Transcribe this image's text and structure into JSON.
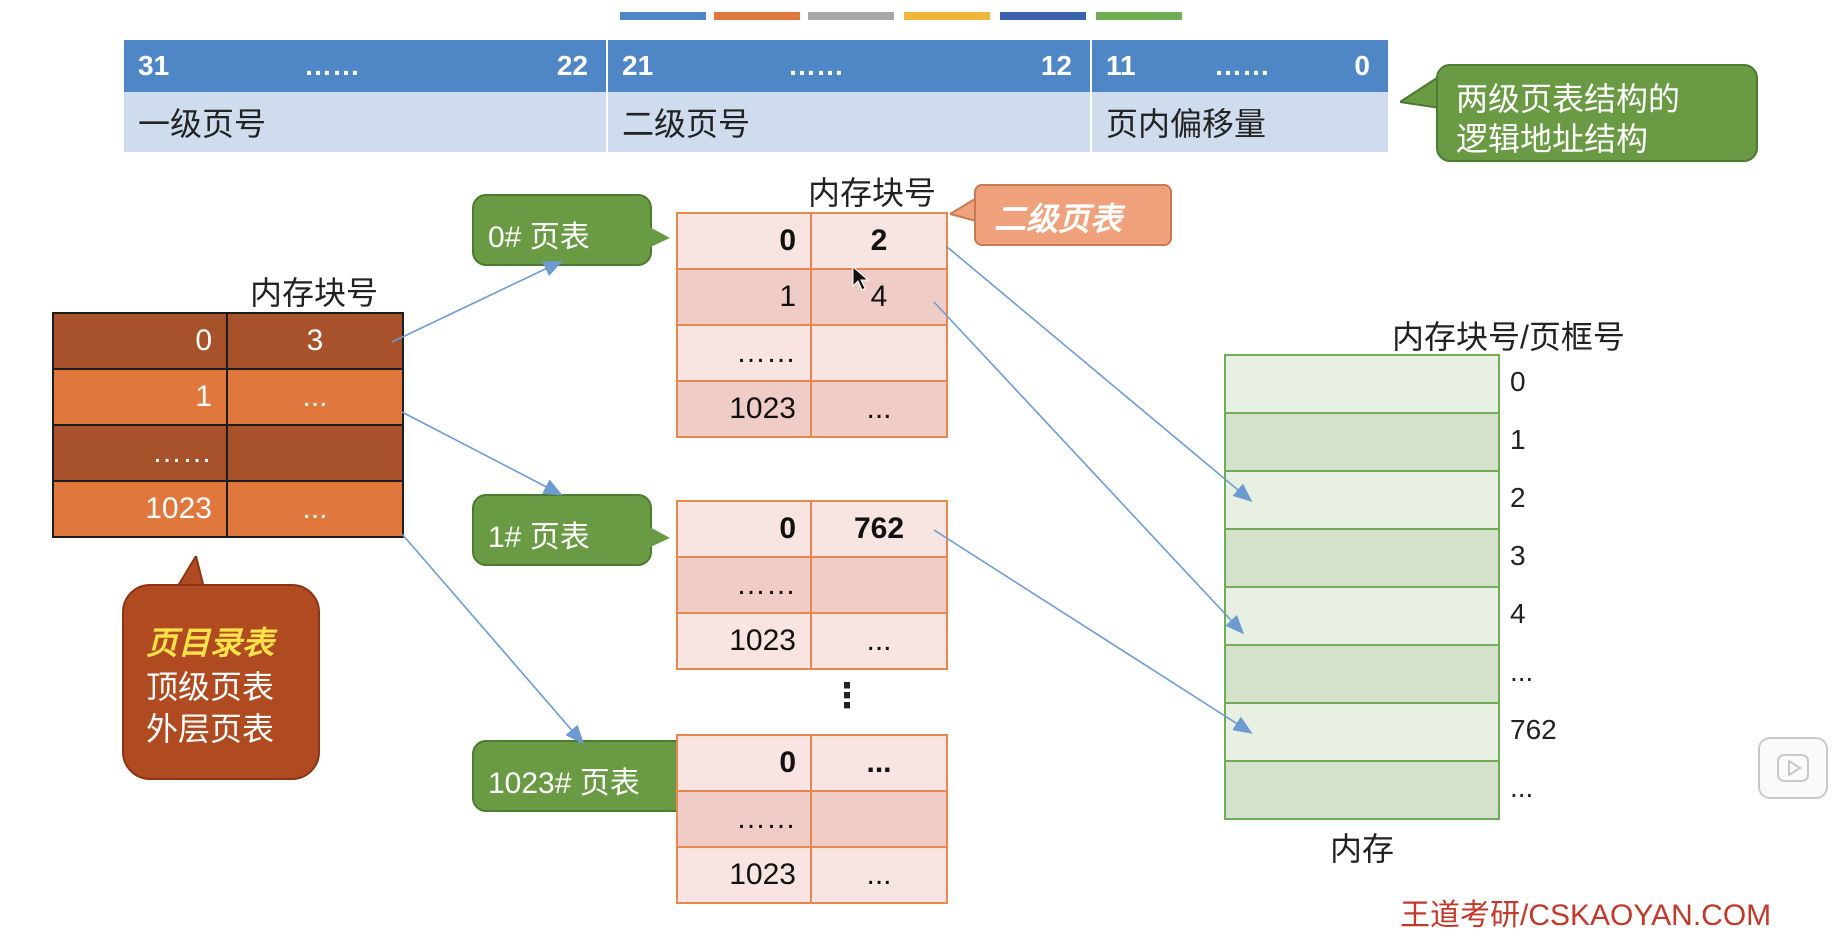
{
  "strip_colors": [
    "#4f87c6",
    "#e0783e",
    "#a9a9a9",
    "#f0b73a",
    "#3b62a8",
    "#6fae55"
  ],
  "address": {
    "seg1": {
      "hi": "31",
      "dots": "……",
      "lo": "22",
      "name": "一级页号"
    },
    "seg2": {
      "hi": "21",
      "dots": "……",
      "lo": "12",
      "name": "二级页号"
    },
    "seg3": {
      "hi": "11",
      "dots": "……",
      "lo": "0",
      "name": "页内偏移量"
    }
  },
  "callouts": {
    "logical_address": {
      "line1": "两级页表结构的",
      "line2": "逻辑地址结构"
    },
    "second_level": "二级页表",
    "pt0": "0# 页表",
    "pt1": "1# 页表",
    "pt1023": "1023# 页表",
    "directory": {
      "line1": "页目录表",
      "line2": "顶级页表",
      "line3": "外层页表"
    }
  },
  "labels": {
    "dir_header": "内存块号",
    "pt_header": "内存块号",
    "mem_header": "内存块号/页框号",
    "mem_caption": "内存",
    "vertical_dots": "⋮"
  },
  "directory_rows": [
    {
      "idx": "0",
      "val": "3"
    },
    {
      "idx": "1",
      "val": "..."
    },
    {
      "idx": "……",
      "val": ""
    },
    {
      "idx": "1023",
      "val": "..."
    }
  ],
  "pt0_rows": [
    {
      "idx": "0",
      "val": "2",
      "bold": true
    },
    {
      "idx": "1",
      "val": "4"
    },
    {
      "idx": "……",
      "val": ""
    },
    {
      "idx": "1023",
      "val": "..."
    }
  ],
  "pt1_rows": [
    {
      "idx": "0",
      "val": "762",
      "bold": true
    },
    {
      "idx": "……",
      "val": ""
    },
    {
      "idx": "1023",
      "val": "..."
    }
  ],
  "pt1023_rows": [
    {
      "idx": "0",
      "val": "...",
      "bold": true
    },
    {
      "idx": "……",
      "val": ""
    },
    {
      "idx": "1023",
      "val": "..."
    }
  ],
  "memory_frames": [
    "0",
    "1",
    "2",
    "3",
    "4",
    "...",
    "762",
    "..."
  ],
  "watermark": "王道考研/CSKAOYAN.COM",
  "colors": {
    "address_bar": "#4f87c6",
    "address_names": "#cfdcee",
    "callout_green": "#6a9a44",
    "callout_salmon": "#eea17b",
    "directory_callout": "#b04a20",
    "directory_highlight": "#ffe14a",
    "arrow": "#6d9bd1",
    "watermark": "#c0392b"
  },
  "icons": {
    "play": "play-icon"
  }
}
